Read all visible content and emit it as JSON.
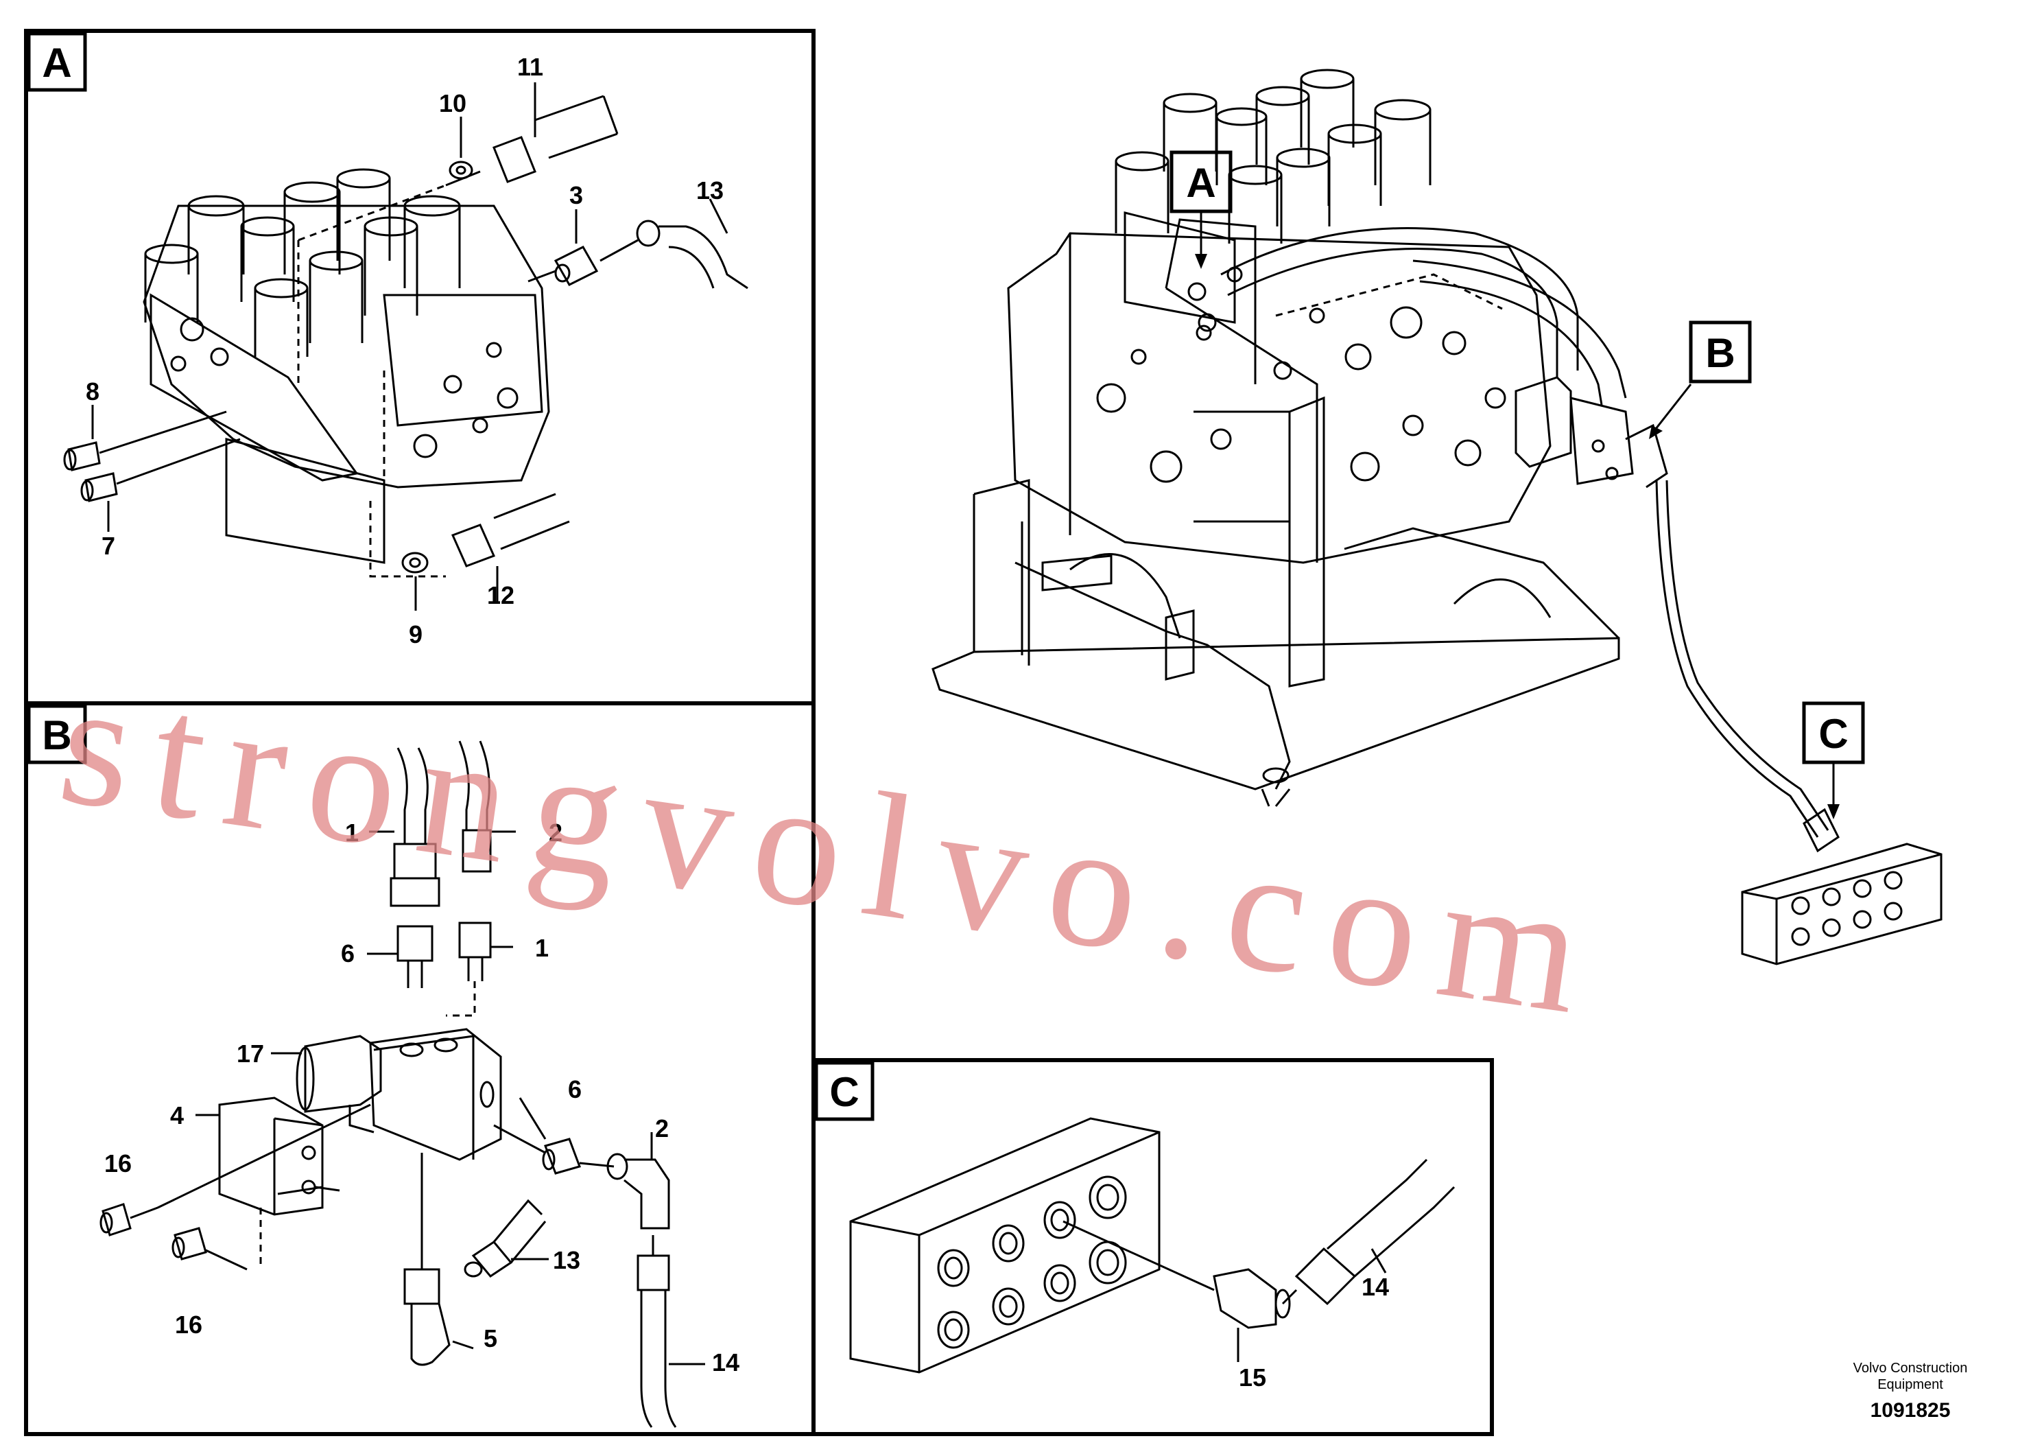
{
  "panels": {
    "A": {
      "letter": "A",
      "callouts": [
        "10",
        "11",
        "3",
        "13",
        "8",
        "7",
        "9",
        "12"
      ]
    },
    "B": {
      "letter": "B",
      "callouts": [
        "1",
        "2",
        "6",
        "1",
        "17",
        "6",
        "2",
        "4",
        "16",
        "13",
        "16",
        "5",
        "14"
      ]
    },
    "C": {
      "letter": "C",
      "callouts": [
        "14",
        "15"
      ]
    }
  },
  "overview_labels": {
    "A": "A",
    "B": "B",
    "C": "C"
  },
  "watermark": "strongvolvo.com",
  "brand": {
    "line1": "Volvo Construction",
    "line2": "Equipment"
  },
  "document_number": "1091825"
}
